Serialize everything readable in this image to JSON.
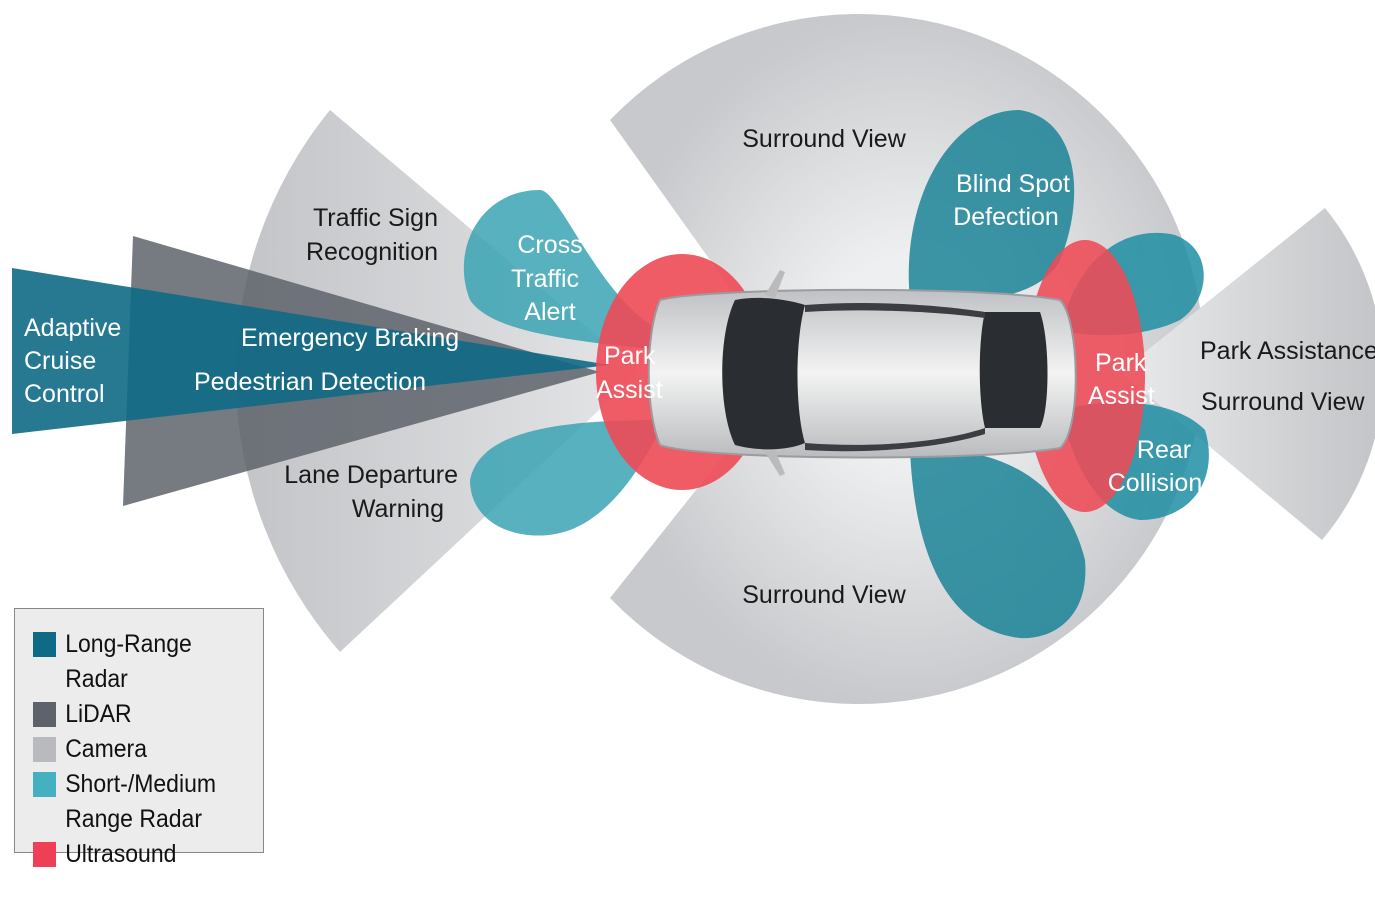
{
  "colors": {
    "long_range_radar": "#0f6a86",
    "lidar": "#5e636b",
    "camera": "#c4c6c9",
    "short_medium_radar": "#3aa3b3",
    "ultrasound": "#ee4a55"
  },
  "labels": {
    "acc": [
      "Adaptive",
      "Cruise",
      "Control"
    ],
    "emergency_braking": "Emergency Braking",
    "pedestrian_detection": "Pedestrian Detection",
    "traffic_sign": [
      "Traffic Sign",
      "Recognition"
    ],
    "lane_departure": [
      "Lane Departure",
      "Warning"
    ],
    "cross_traffic": [
      "Cross",
      "Traffic",
      "Alert"
    ],
    "park_assist_front": [
      "Park",
      "Assist"
    ],
    "surround_view_top": "Surround View",
    "surround_view_bottom": "Surround View",
    "blind_spot": [
      "Blind Spot",
      "Defection"
    ],
    "park_assist_rear": [
      "Park",
      "Assist"
    ],
    "rear_collision": [
      "Rear",
      "Collision"
    ],
    "park_assistance": "Park Assistance",
    "surround_view_rear": "Surround View"
  },
  "legend": [
    {
      "label": "Long-Range Radar",
      "color": "#0f6a86"
    },
    {
      "label": "LiDAR",
      "color": "#5e636b"
    },
    {
      "label": "Camera",
      "color": "#b8babd"
    },
    {
      "label": "Short-/Medium Range Radar",
      "color": "#45b0c0"
    },
    {
      "label": "Ultrasound",
      "color": "#ef3f56"
    }
  ]
}
